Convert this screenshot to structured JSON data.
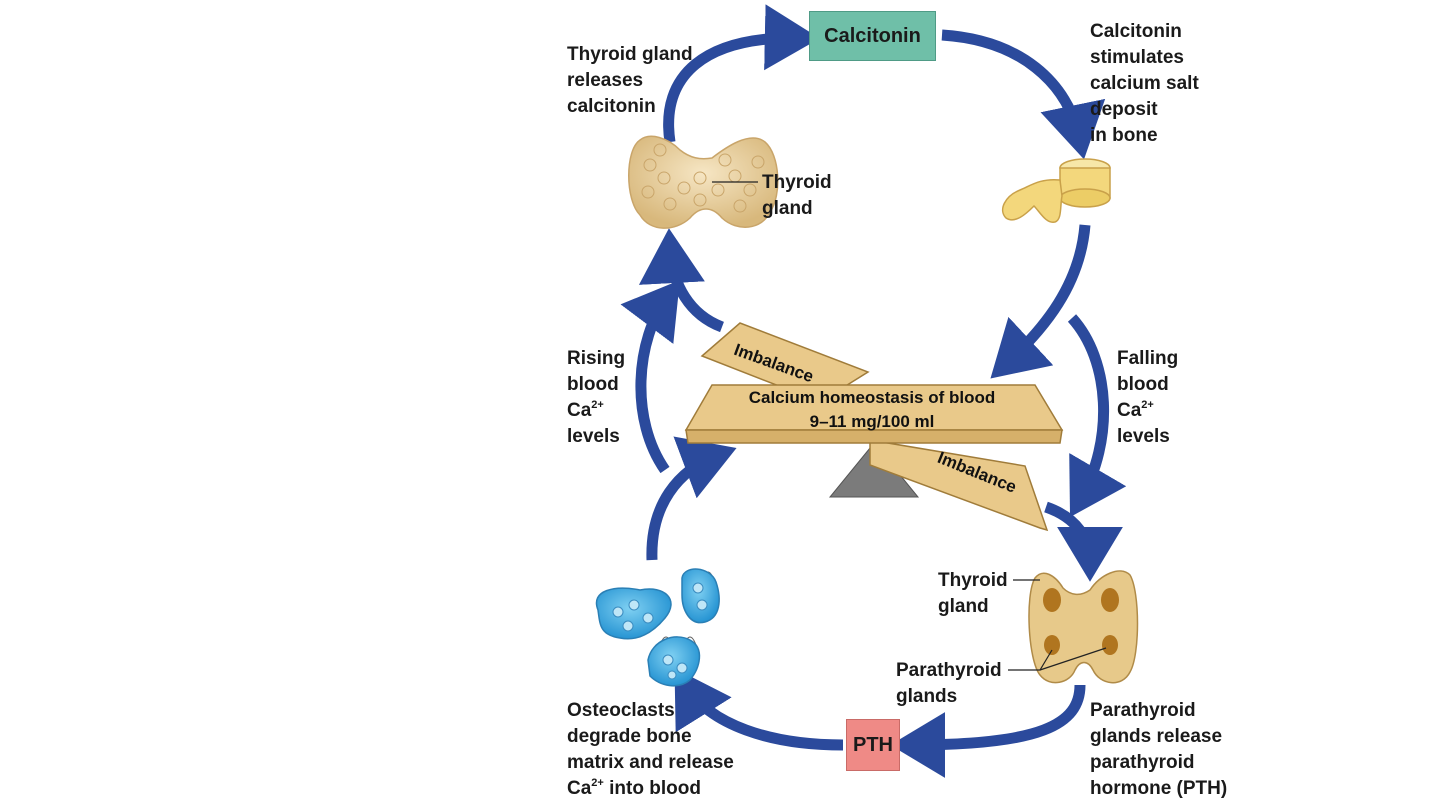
{
  "hormones": {
    "calcitonin": "Calcitonin",
    "pth": "PTH"
  },
  "steps": {
    "thyroid_releases": "Thyroid gland\nreleases\ncalcitonin",
    "calcitonin_stimulates": "Calcitonin\nstimulates\ncalcium salt\ndeposit\nin bone",
    "falling_prefix": "Falling\nblood\nCa",
    "falling_suffix": "\nlevels",
    "rising_prefix": "Rising\nblood\nCa",
    "rising_suffix": "\nlevels",
    "parathyroid_release": "Parathyroid\nglands release\nparathyroid\nhormone (PTH)",
    "osteoclasts_prefix": "Osteoclasts\ndegrade bone\nmatrix and release\nCa",
    "osteoclasts_suffix": " into blood",
    "charge": "2+"
  },
  "callouts": {
    "thyroid_top": "Thyroid\ngland",
    "thyroid_bottom": "Thyroid\ngland",
    "parathyroid": "Parathyroid\nglands"
  },
  "balance": {
    "title_line1": "Calcium homeostasis of blood",
    "title_line2": "9–11 mg/100 ml",
    "imbalance_top": "Imbalance",
    "imbalance_bottom": "Imbalance"
  },
  "colors": {
    "arrow": "#2b4a9c",
    "calcitonin_box": "#6fbfa8",
    "pth_box": "#ef8a86",
    "beam": "#e9c98a",
    "fulcrum": "#7b7b7b"
  }
}
